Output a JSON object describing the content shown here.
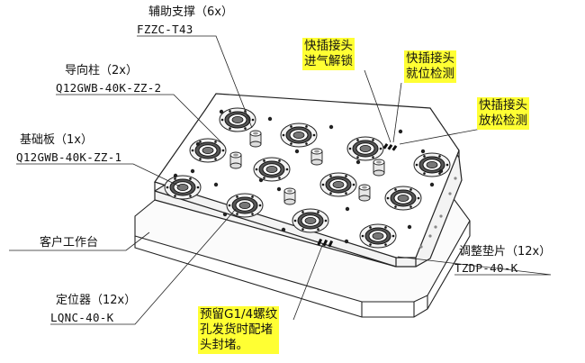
{
  "callouts": {
    "aux_support": {
      "name": "辅助支撑（6x）",
      "code": "FZZC-T43"
    },
    "guide_post": {
      "name": "导向柱（2x）",
      "code": "Q12GWB-40K-ZZ-2"
    },
    "base_plate": {
      "name": "基础板（1x）",
      "code": "Q12GWB-40K-ZZ-1"
    },
    "customer_table": {
      "name": "客户工作台"
    },
    "locator": {
      "name": "定位器（12x）",
      "code": "LQNC-40-K"
    },
    "shim": {
      "name": "调整垫片（12x）",
      "code": "TZDP-40-K"
    }
  },
  "notes": {
    "quick_release": [
      "快插接头",
      "进气解锁"
    ],
    "quick_in_place": [
      "快插接头",
      "就位检测"
    ],
    "quick_loosen": [
      "快插接头",
      "放松检测"
    ],
    "port_plug": [
      "预留G1/4螺纹",
      "孔发货时配堵",
      "头封堵。"
    ]
  },
  "colors": {
    "highlight": "#ffff33",
    "line": "#222222",
    "plate_top": "#ffffff",
    "plate_side": "#f4f4f4"
  }
}
